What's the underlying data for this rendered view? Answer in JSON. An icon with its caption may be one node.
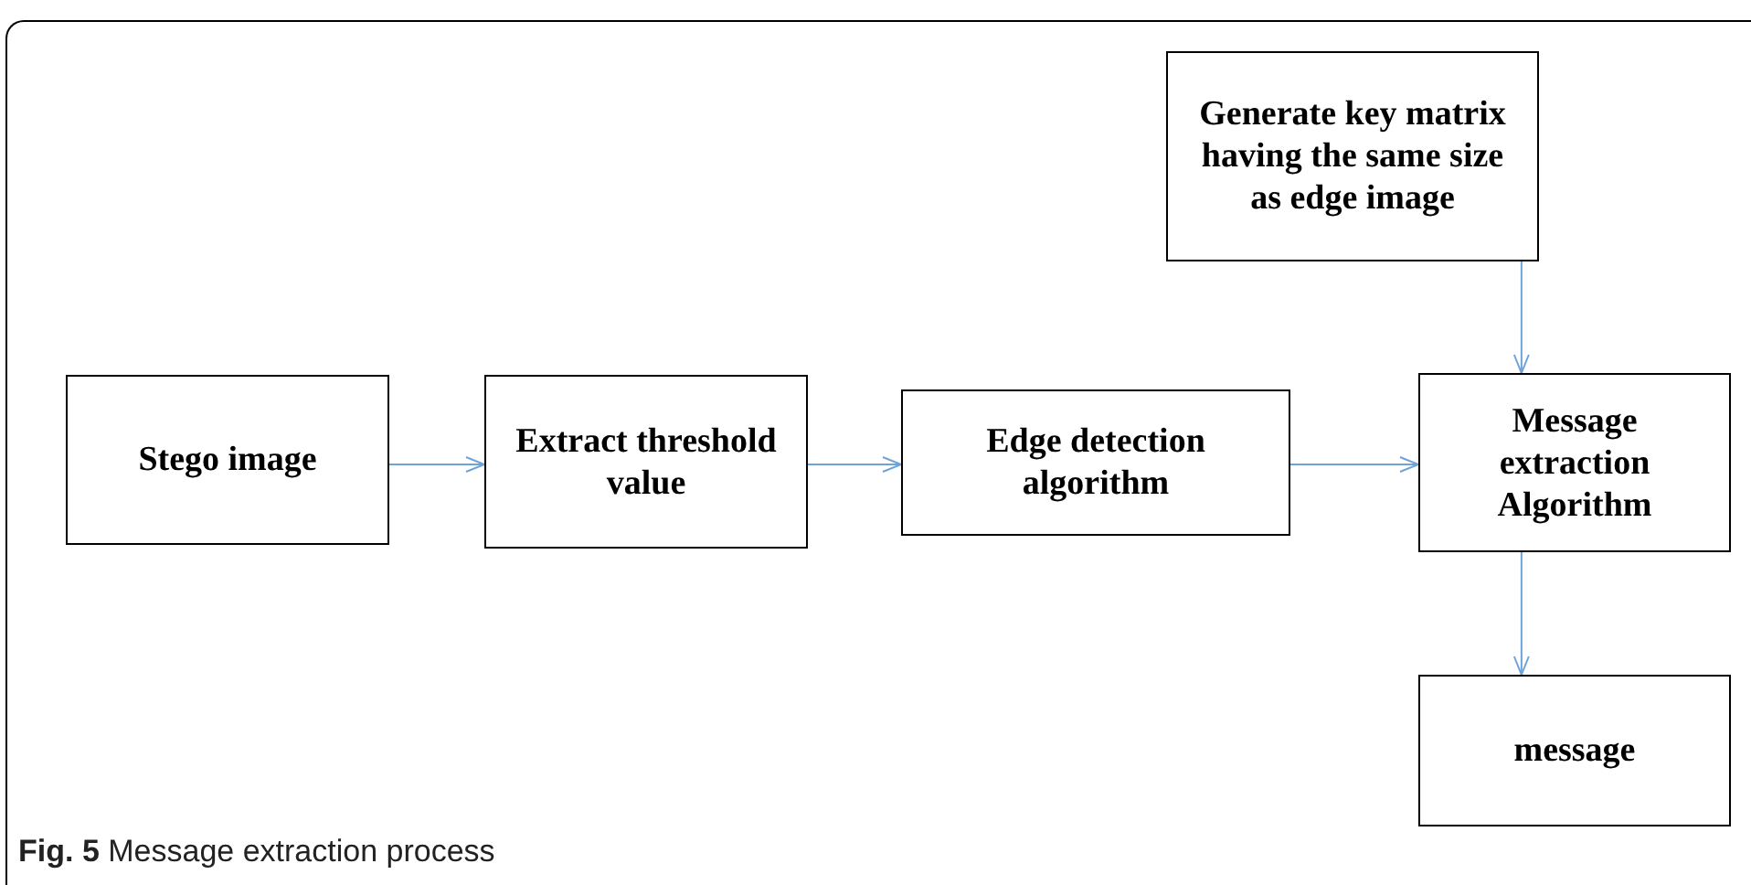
{
  "diagram": {
    "caption": "**Fig. 5** Message extraction process",
    "nodes": [
      {
        "text": [
          "Stego image"
        ]
      },
      {
        "text": [
          "Extract threshold value"
        ]
      },
      {
        "text": [
          "Edge detection algorithm"
        ]
      },
      {
        "text": [
          "Generate key matrix having the same size as edge image"
        ]
      },
      {
        "text": [
          "Message extraction Algorithm"
        ]
      },
      {
        "text": [
          "message"
        ]
      }
    ],
    "edges": [
      {
        "from": 0,
        "to": 1,
        "arrow": "to"
      },
      {
        "from": 1,
        "to": 2,
        "arrow": "to"
      },
      {
        "from": 2,
        "to": 4,
        "arrow": "to"
      },
      {
        "from": 3,
        "to": 4,
        "arrow": "to"
      },
      {
        "from": 4,
        "to": 5,
        "arrow": "to"
      }
    ]
  }
}
